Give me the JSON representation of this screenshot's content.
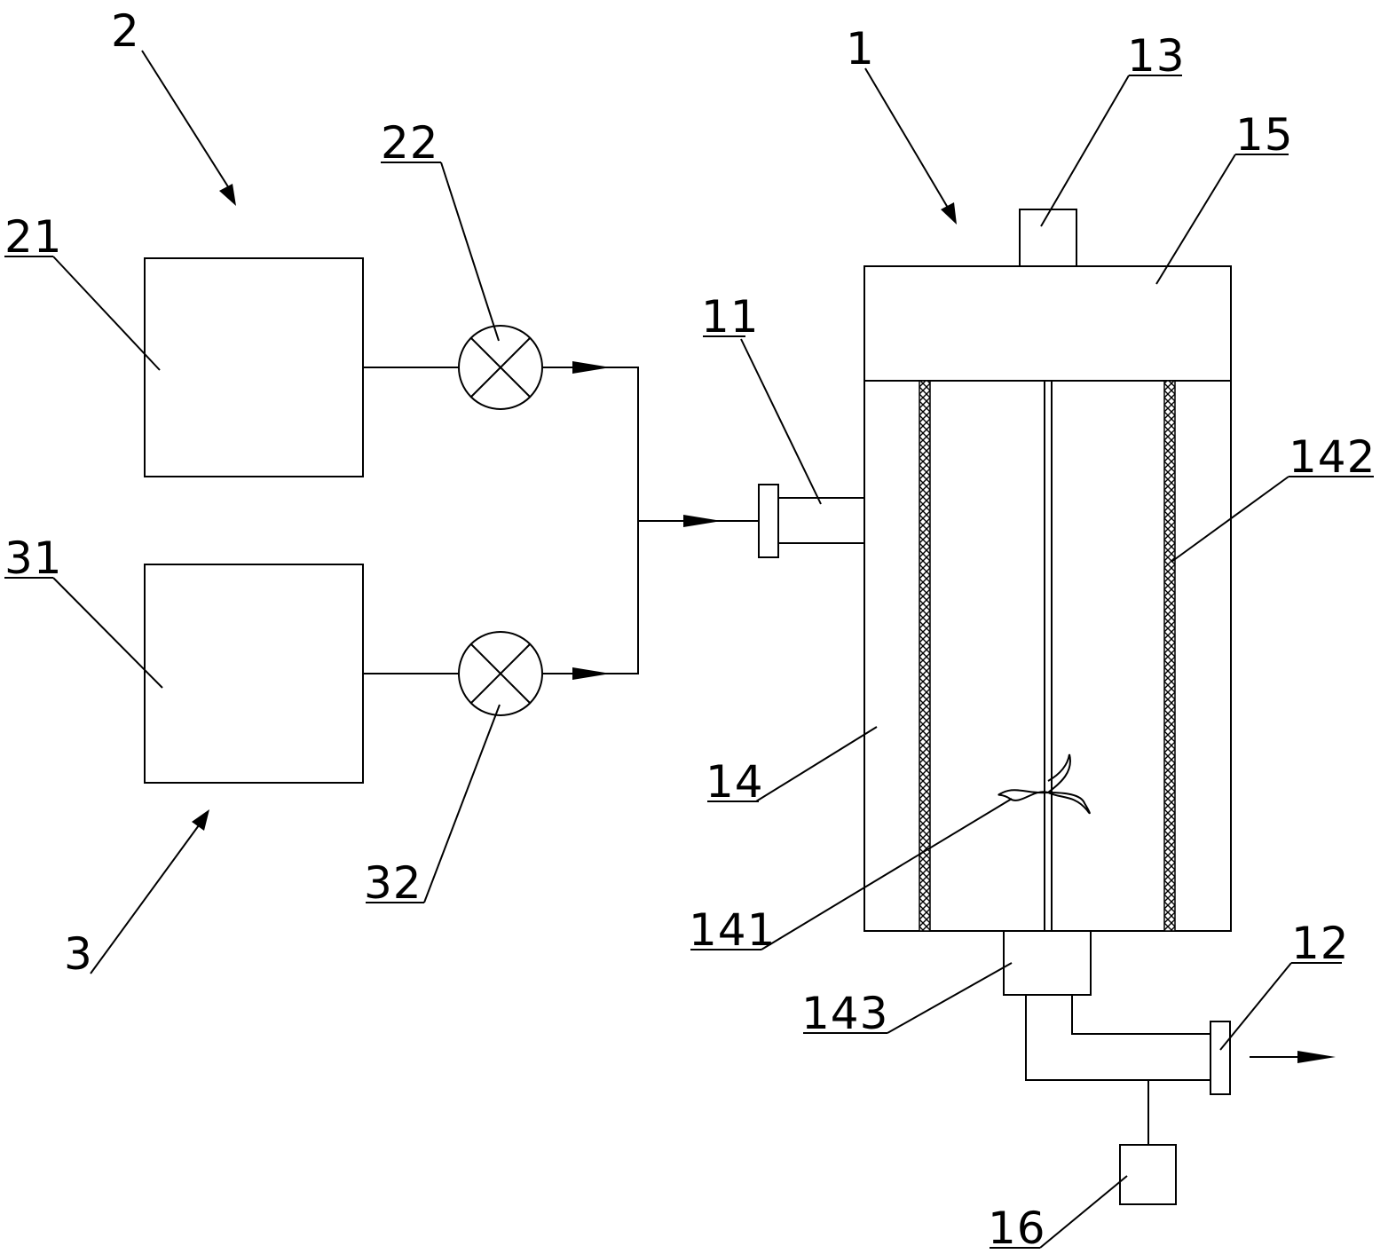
{
  "labels": {
    "l1": "1",
    "l2": "2",
    "l3": "3",
    "l11": "11",
    "l12": "12",
    "l13": "13",
    "l14": "14",
    "l15": "15",
    "l16": "16",
    "l21": "21",
    "l22": "22",
    "l31": "31",
    "l32": "32",
    "l141": "141",
    "l142": "142",
    "l143": "143"
  },
  "colors": {
    "line": "#000000",
    "background": "#ffffff"
  }
}
